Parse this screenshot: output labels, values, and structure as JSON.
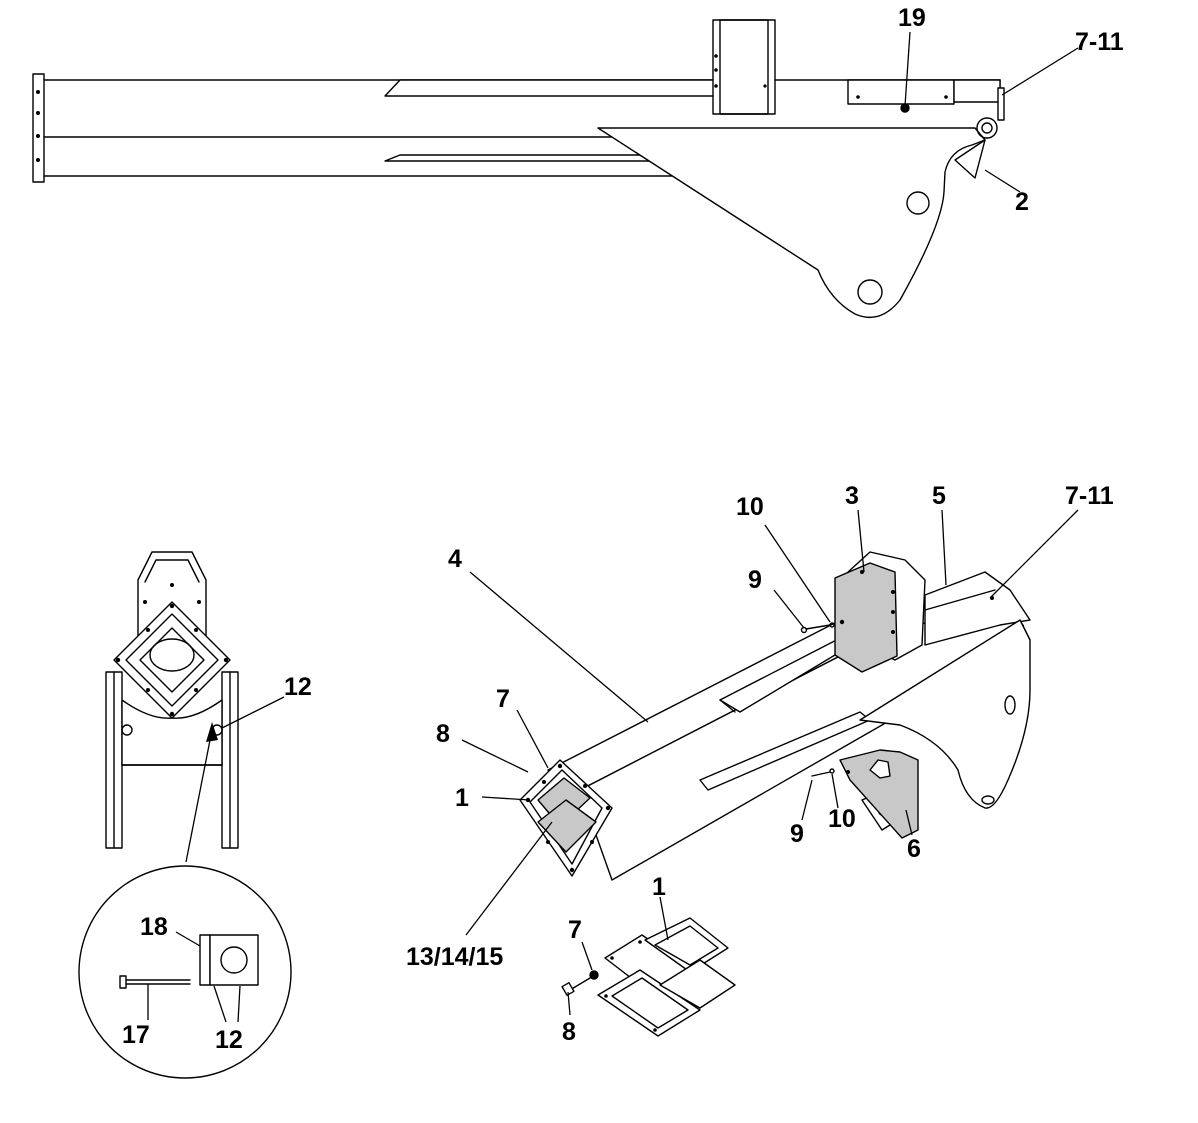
{
  "colors": {
    "line": "#000000",
    "background": "#ffffff",
    "shade": "#c8c8c8"
  },
  "side_view": {
    "callouts": {
      "c19": "19",
      "c7_11": "7-11",
      "c2": "2"
    }
  },
  "end_view": {
    "callouts": {
      "c12": "12"
    },
    "detail": {
      "c18": "18",
      "c17": "17",
      "c12": "12"
    }
  },
  "iso_view": {
    "callouts": {
      "c10_top": "10",
      "c3": "3",
      "c5": "5",
      "c7_11": "7-11",
      "c9_top": "9",
      "c4": "4",
      "c7": "7",
      "c8": "8",
      "c1": "1",
      "c13_14_15": "13/14/15",
      "c9_bottom": "9",
      "c10_bottom": "10",
      "c6": "6"
    }
  },
  "exploded_pads": {
    "callouts": {
      "c1": "1",
      "c7": "7",
      "c8": "8"
    }
  }
}
